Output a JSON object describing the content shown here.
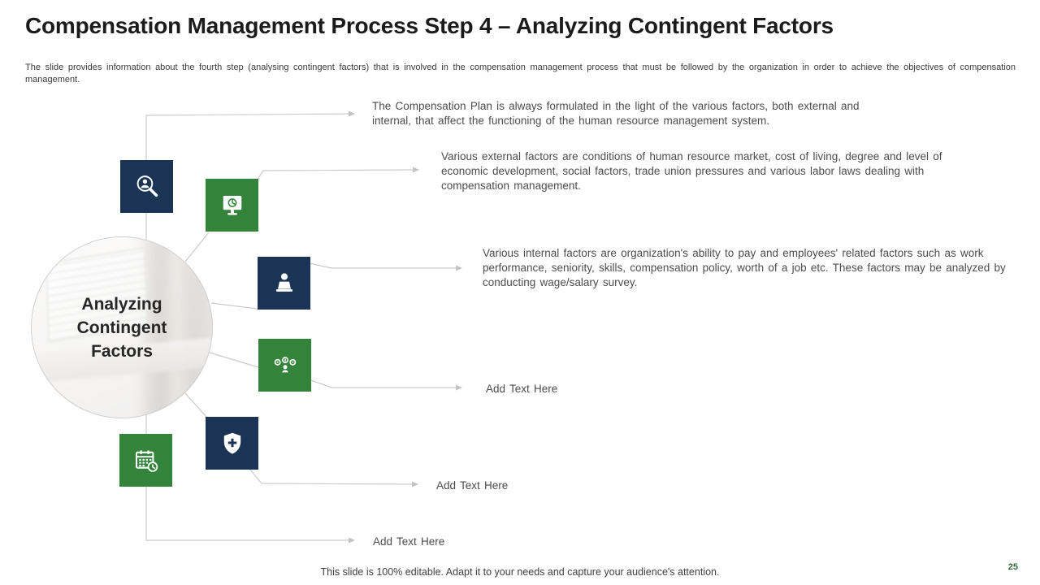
{
  "slide": {
    "title": "Compensation Management Process Step 4 – Analyzing Contingent Factors",
    "subtitle": "The slide provides information about the fourth step (analysing contingent factors) that is involved in the compensation management process that must be followed by the organization in order to achieve the objectives of compensation management.",
    "footer": "This slide is 100% editable. Adapt it to your needs and capture your audience's attention.",
    "page_number": "25"
  },
  "hub": {
    "label": "Analyzing Contingent Factors"
  },
  "nodes": [
    {
      "icon": "search-person-icon",
      "color": "navy",
      "text": "The Compensation Plan is always formulated in the light of the various factors, both external and internal, that affect the functioning of the human resource management system."
    },
    {
      "icon": "monitor-pie-chart-icon",
      "color": "green",
      "text": "Various external factors are conditions of human resource market, cost of living, degree and level of economic development, social factors, trade union pressures and various labor laws dealing with compensation management."
    },
    {
      "icon": "person-laptop-icon",
      "color": "navy",
      "text": "Various internal factors are organization's ability to pay and employees' related factors such as work performance, seniority, skills, compensation policy, worth of a job etc. These factors may be analyzed by conducting wage/salary survey."
    },
    {
      "icon": "people-options-icon",
      "color": "green",
      "text": "Add Text Here"
    },
    {
      "icon": "shield-plus-icon",
      "color": "navy",
      "text": "Add Text Here"
    },
    {
      "icon": "calendar-clock-icon",
      "color": "green",
      "text": "Add Text Here"
    }
  ],
  "colors": {
    "navy": "#1b3456",
    "green": "#33843a",
    "connector": "#c9c9c9",
    "page_number_green": "#2f6b38"
  }
}
